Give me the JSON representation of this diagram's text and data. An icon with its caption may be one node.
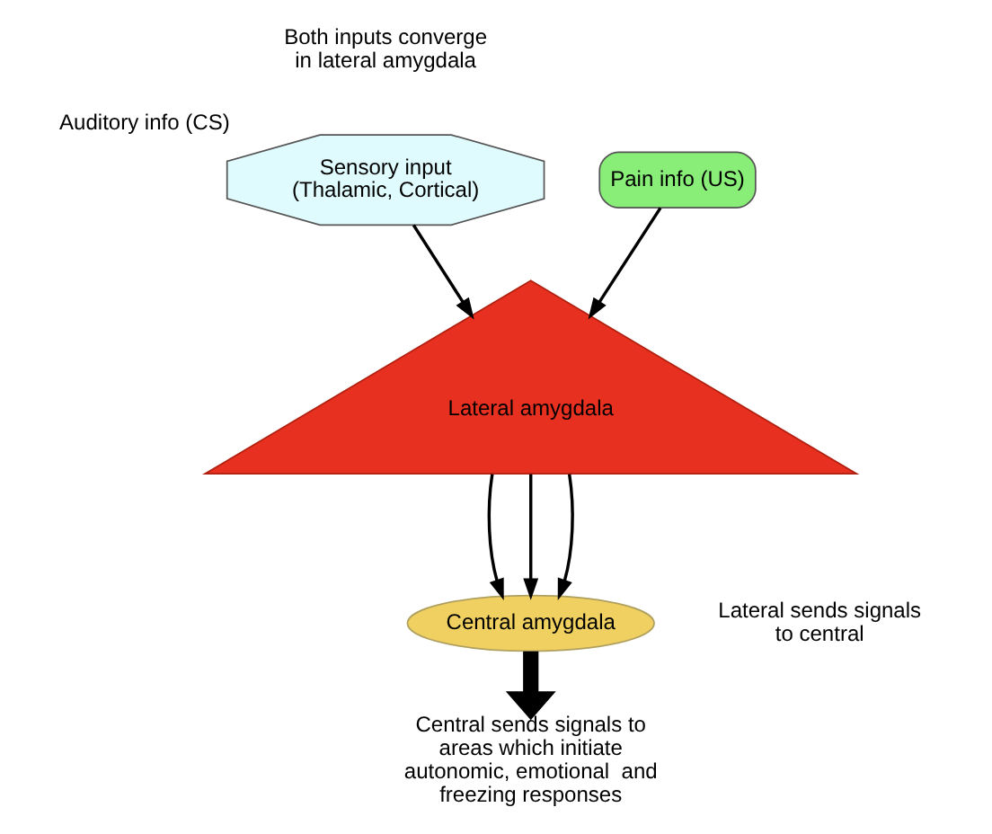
{
  "diagram": {
    "nodes": [
      {
        "text": [
          "Sensory input",
          "(Thalamic, Cortical)"
        ],
        "beside": [
          "Auditory info (CS)"
        ]
      },
      {
        "text": [
          "Pain info (US)"
        ]
      },
      {
        "text": [
          "Central amygdala"
        ]
      },
      {
        "text": [
          "Lateral amygdala"
        ]
      },
      {
        "text": [
          "Central sends signals to areas which initiate autonomic, emotional  and freezing responses"
        ]
      }
    ],
    "edges": [
      {
        "from": 0,
        "to": 3,
        "arrow": "to"
      },
      {
        "from": 1,
        "to": 3,
        "arrow": "to"
      },
      {
        "from": 3,
        "to": 2,
        "arrow": "to"
      },
      {
        "from": 3,
        "to": 2,
        "arrow": "to"
      },
      {
        "from": 3,
        "to": 2,
        "arrow": "to"
      },
      {
        "from": 2,
        "to": 4,
        "arrow": "to",
        "style": "thick"
      }
    ],
    "labels": [
      "Both inputs converge in lateral amygdala",
      "Lateral sends signals to central"
    ]
  }
}
